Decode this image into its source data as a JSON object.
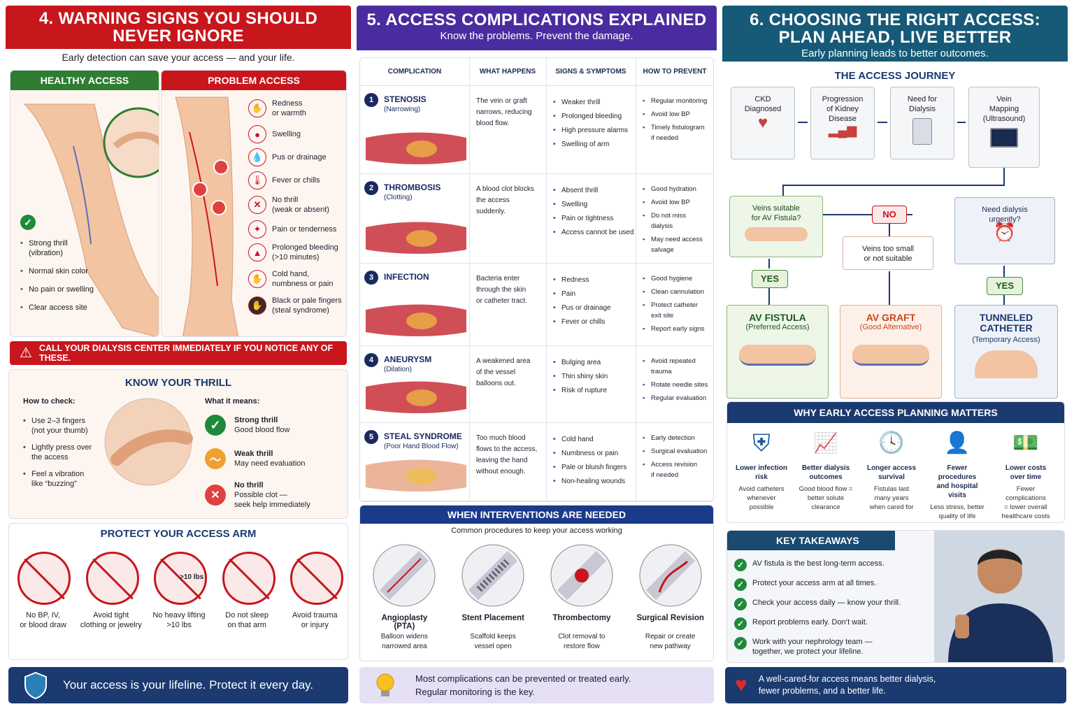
{
  "c1": {
    "title": "4. WARNING SIGNS YOU SHOULD NEVER IGNORE",
    "title_l1": "4. WARNING SIGNS YOU SHOULD",
    "title_l2": "NEVER IGNORE",
    "subtitle": "Early detection can save your access — and your life.",
    "healthy_label": "HEALTHY ACCESS",
    "problem_label": "PROBLEM ACCESS",
    "healthy_items": [
      "Strong thrill\n(vibration)",
      "Normal skin color",
      "No pain or swelling",
      "Clear access site"
    ],
    "problem_items": [
      "Redness\nor warmth",
      "Swelling",
      "Pus or drainage",
      "Fever or chills",
      "No thrill\n(weak or absent)",
      "Pain or tenderness",
      "Prolonged bleeding\n(>10 minutes)",
      "Cold hand,\nnumbness or pain",
      "Black or pale fingers\n(steal syndrome)"
    ],
    "alert": "CALL YOUR DIALYSIS CENTER IMMEDIATELY IF YOU NOTICE ANY OF THESE.",
    "thrill_title": "KNOW YOUR THRILL",
    "how_label": "How to check:",
    "how_items": [
      "Use 2–3 fingers\n(not your thumb)",
      "Lightly press over\nthe access",
      "Feel a vibration\nlike “buzzing”"
    ],
    "means_label": "What it means:",
    "means": [
      {
        "title": "Strong thrill",
        "desc": "Good blood flow"
      },
      {
        "title": "Weak thrill",
        "desc": "May need evaluation"
      },
      {
        "title": "No thrill",
        "desc": "Possible clot —\nseek help immediately"
      }
    ],
    "protect_title": "PROTECT YOUR ACCESS ARM",
    "protect_items": [
      "No BP, IV,\nor blood draw",
      "Avoid tight\nclothing or jewelry",
      "No heavy lifting\n>10 lbs",
      "Do not sleep\non that arm",
      "Avoid trauma\nor injury"
    ],
    "lbs_tag": ">10 lbs",
    "footer": "Your access is your lifeline. Protect it every day."
  },
  "c2": {
    "title": "5. ACCESS COMPLICATIONS EXPLAINED",
    "subtitle": "Know the problems. Prevent the damage.",
    "headers": [
      "COMPLICATION",
      "WHAT HAPPENS",
      "SIGNS & SYMPTOMS",
      "HOW TO PREVENT"
    ],
    "rows": [
      {
        "num": "1",
        "name": "STENOSIS",
        "sub": "(Narrowing)",
        "what": "The vein or graft\nnarrows, reducing\nblood flow.",
        "signs": [
          "Weaker thrill",
          "Prolonged bleeding",
          "High pressure alarms",
          "Swelling of arm"
        ],
        "prevent": [
          "Regular monitoring",
          "Avoid low BP",
          "Timely fistulogram\nif needed"
        ]
      },
      {
        "num": "2",
        "name": "THROMBOSIS",
        "sub": "(Clotting)",
        "what": "A blood clot blocks\nthe access\nsuddenly.",
        "signs": [
          "Absent thrill",
          "Swelling",
          "Pain or tightness",
          "Access cannot be used"
        ],
        "prevent": [
          "Good hydration",
          "Avoid low BP",
          "Do not miss\ndialysis",
          "May need access\nsalvage"
        ]
      },
      {
        "num": "3",
        "name": "INFECTION",
        "sub": "",
        "what": "Bacteria enter\nthrough the skin\nor catheter tract.",
        "signs": [
          "Redness",
          "Pain",
          "Pus or drainage",
          "Fever or chills"
        ],
        "prevent": [
          "Good hygiene",
          "Clean cannulation",
          "Protect catheter\nexit site",
          "Report early signs"
        ]
      },
      {
        "num": "4",
        "name": "ANEURYSM",
        "sub": "(Dilation)",
        "what": "A weakened area\nof the vessel\nballoons out.",
        "signs": [
          "Bulging area",
          "Thin shiny skin",
          "Risk of rupture"
        ],
        "prevent": [
          "Avoid repeated\ntrauma",
          "Rotate needle sites",
          "Regular evaluation"
        ]
      },
      {
        "num": "5",
        "name": "STEAL SYNDROME",
        "sub": "(Poor Hand Blood Flow)",
        "what": "Too much blood\nflows to the access,\nleaving the hand\nwithout enough.",
        "signs": [
          "Cold hand",
          "Numbness or pain",
          "Pale or bluish fingers",
          "Non-healing wounds"
        ],
        "prevent": [
          "Early detection",
          "Surgical evaluation",
          "Access revision\nif needed"
        ]
      }
    ],
    "interv_title": "WHEN INTERVENTIONS ARE NEEDED",
    "interv_sub": "Common procedures to keep your access working",
    "procedures": [
      {
        "title": "Angioplasty\n(PTA)",
        "desc": "Balloon widens\nnarrowed area"
      },
      {
        "title": "Stent Placement",
        "desc": "Scaffold keeps\nvessel open"
      },
      {
        "title": "Thrombectomy",
        "desc": "Clot removal to\nrestore flow"
      },
      {
        "title": "Surgical Revision",
        "desc": "Repair or create\nnew pathway"
      }
    ],
    "footer": "Most complications can be prevented or treated early.\nRegular monitoring is the key."
  },
  "c3": {
    "title_l1": "6. CHOOSING THE RIGHT ACCESS:",
    "title_l2": "PLAN AHEAD, LIVE BETTER",
    "subtitle": "Early planning leads to better outcomes.",
    "journey_title": "THE ACCESS JOURNEY",
    "steps": [
      "CKD\nDiagnosed",
      "Progression\nof Kidney\nDisease",
      "Need for\nDialysis",
      "Vein\nMapping\n(Ultrasound)"
    ],
    "q1": "Veins suitable\nfor AV Fistula?",
    "no": "NO",
    "too_small": "Veins too small\nor not suitable",
    "q2": "Need dialysis\nurgently?",
    "yes": "YES",
    "options": [
      {
        "title": "AV FISTULA",
        "sub": "(Preferred Access)"
      },
      {
        "title": "AV GRAFT",
        "sub": "(Good Alternative)"
      },
      {
        "title": "TUNNELED\nCATHETER",
        "sub": "(Temporary Access)"
      }
    ],
    "why_title": "WHY EARLY ACCESS PLANNING MATTERS",
    "why": [
      {
        "title": "Lower infection\nrisk",
        "desc": "Avoid catheters\nwhenever\npossible"
      },
      {
        "title": "Better dialysis\noutcomes",
        "desc": "Good blood flow =\nbetter solute\nclearance"
      },
      {
        "title": "Longer access\nsurvival",
        "desc": "Fistulas last\nmany years\nwhen cared for"
      },
      {
        "title": "Fewer procedures\nand hospital\nvisits",
        "desc": "Less stress, better\nquality of life"
      },
      {
        "title": "Lower costs\nover time",
        "desc": "Fewer complications\n= lower overall\nhealthcare costs"
      }
    ],
    "takeaways_title": "KEY TAKEAWAYS",
    "takeaways": [
      "AV fistula is the best long-term access.",
      "Protect your access arm at all times.",
      "Check your access daily — know your thrill.",
      "Report problems early. Don’t wait.",
      "Work with your nephrology team —\ntogether, we protect your lifeline."
    ],
    "footer": "A well-cared-for access means better dialysis,\nfewer problems, and a better life."
  },
  "colors": {
    "red": "#c8161d",
    "purple": "#4a2ca0",
    "teal": "#165a78",
    "navy": "#1a3a70",
    "green": "#1e8a3a"
  },
  "icons": [
    "check-icon",
    "warning-icon",
    "shield-icon",
    "lightbulb-icon",
    "heart-icon",
    "kidney-icon",
    "dialysis-machine-icon",
    "ultrasound-monitor-icon",
    "alarm-clock-icon",
    "chart-icon",
    "clock-icon",
    "doctor-icon",
    "money-icon",
    "x-icon",
    "thumbs-up-icon"
  ]
}
